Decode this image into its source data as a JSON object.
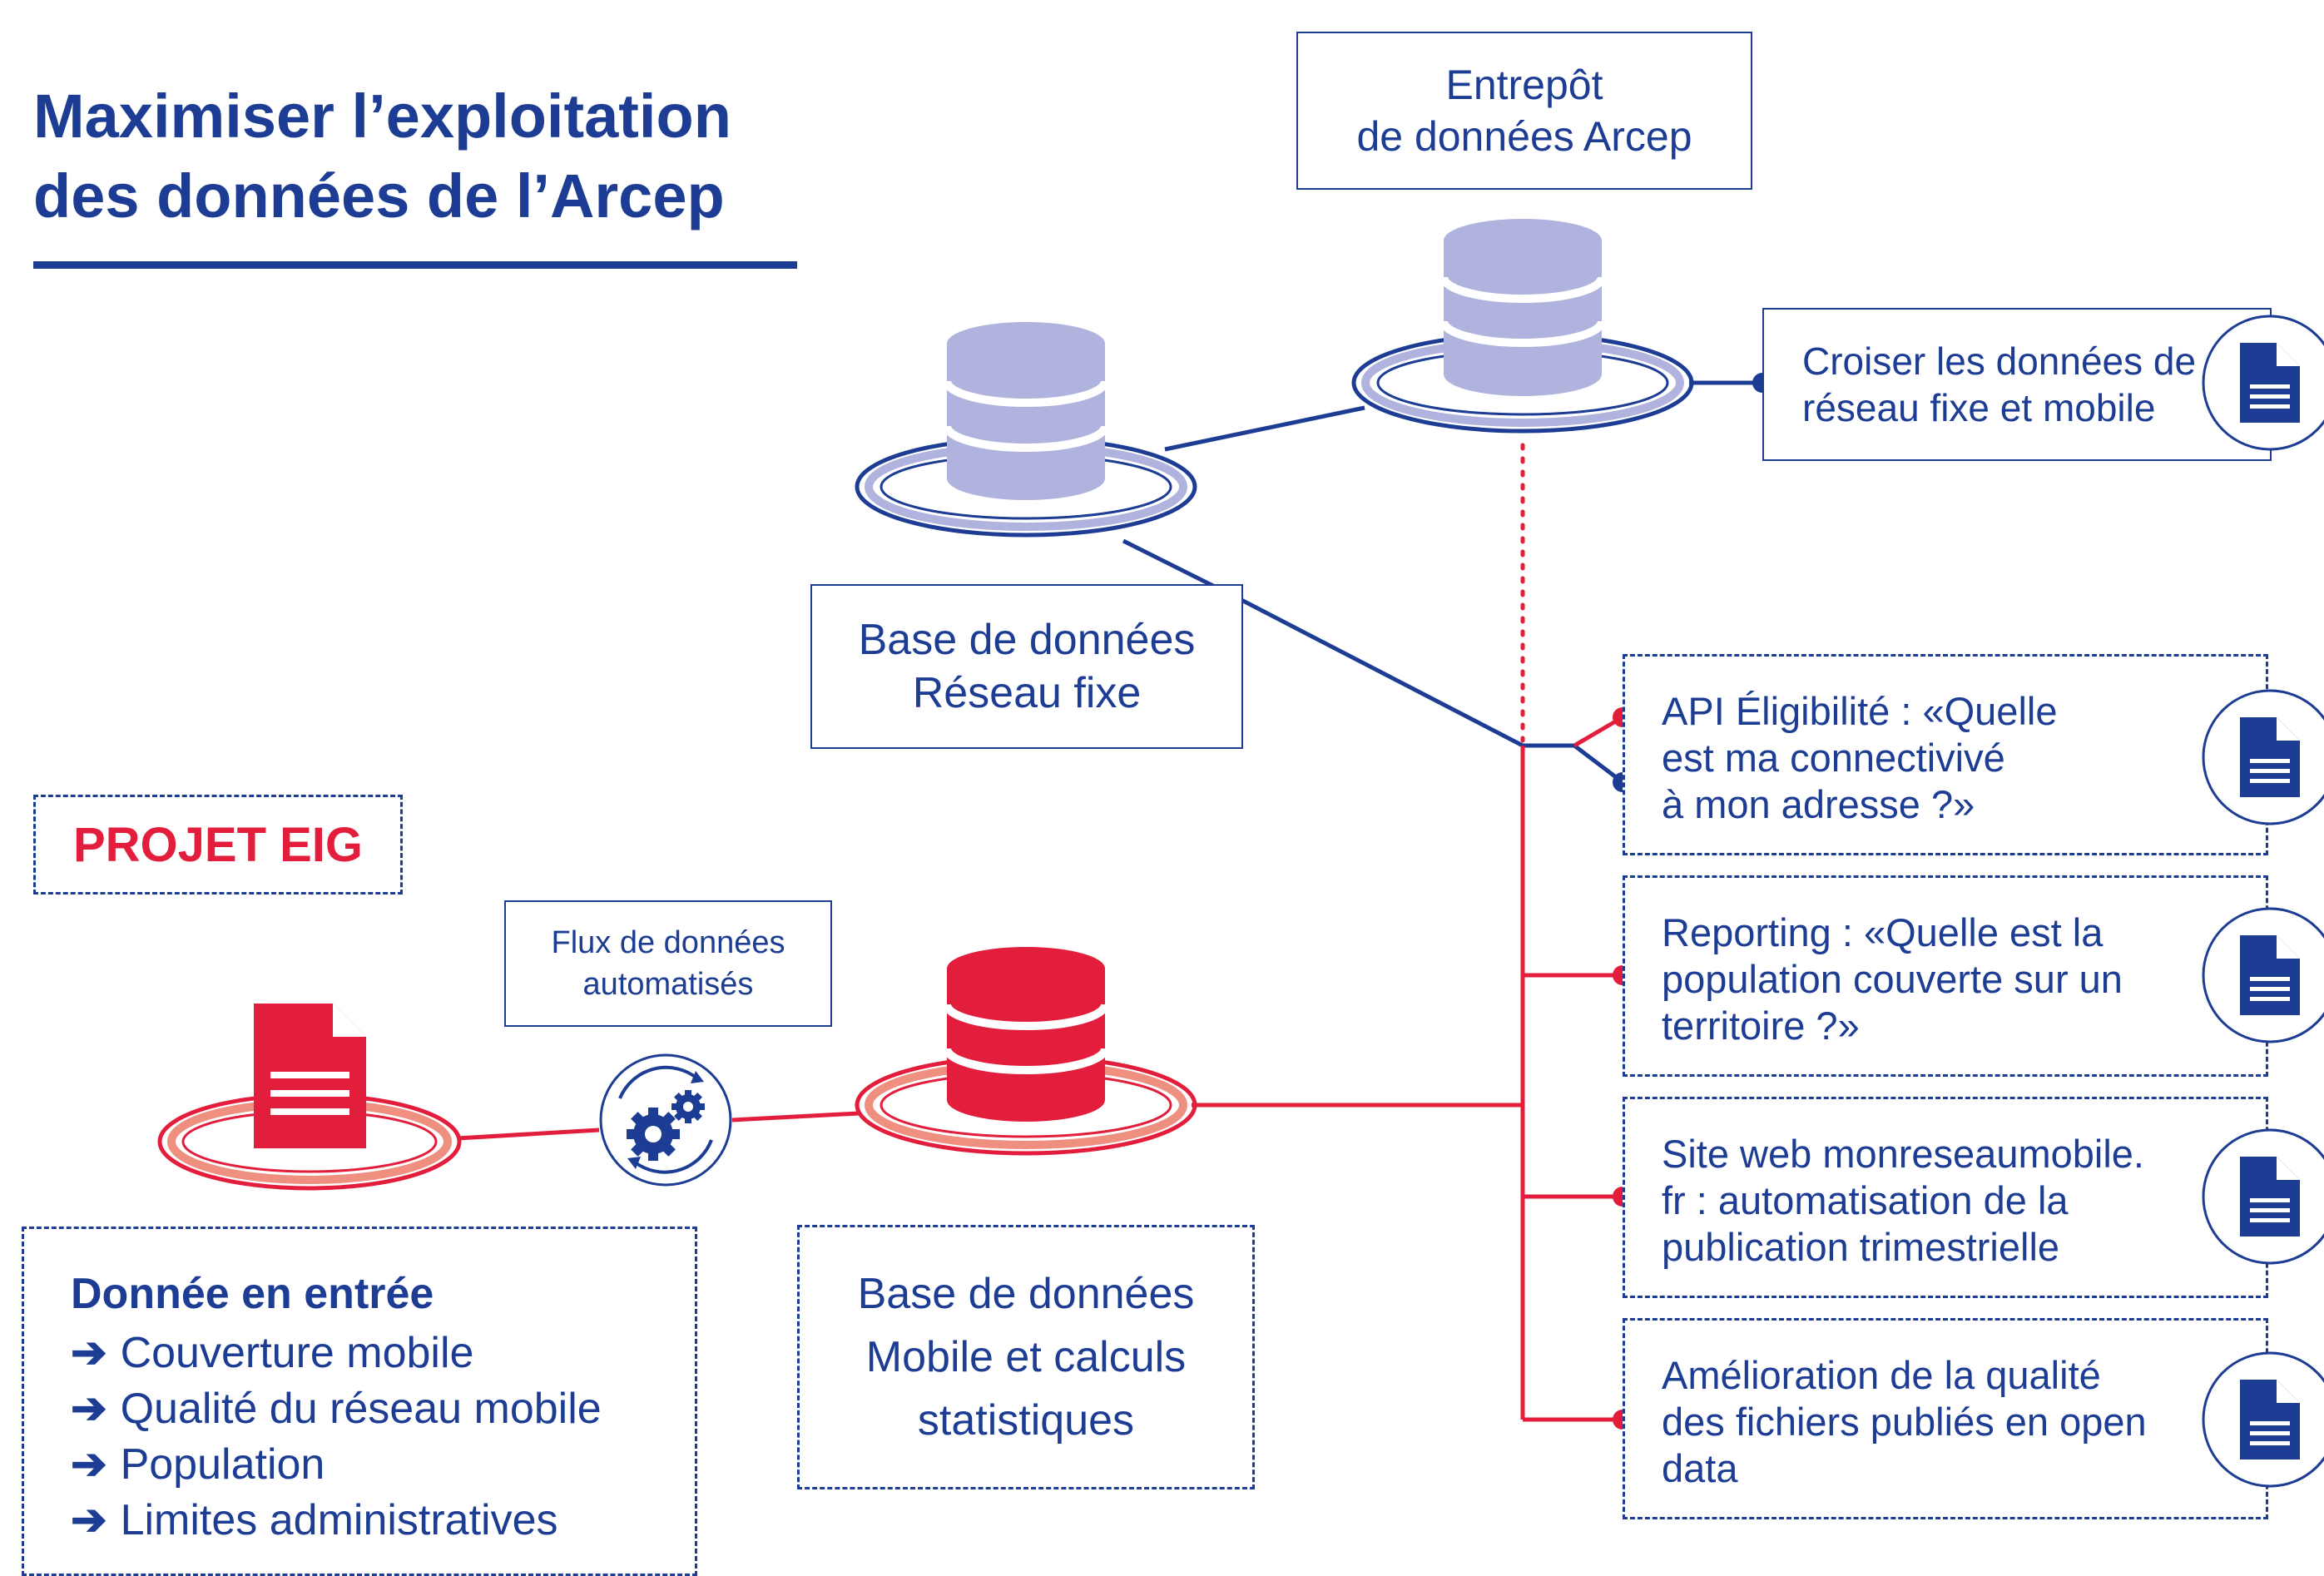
{
  "title": {
    "line1": "Maximiser l’exploitation",
    "line2": "des données de l’Arcep"
  },
  "entrepot": {
    "line1": "Entrepôt",
    "line2": "de données Arcep"
  },
  "croiser": {
    "line1": "Croiser les données de",
    "line2": "réseau fixe et mobile"
  },
  "base_fixe": {
    "line1": "Base de données",
    "line2": "Réseau fixe"
  },
  "projet": {
    "label": "PROJET EIG"
  },
  "flux": {
    "line1": "Flux de données",
    "line2": "automatisés"
  },
  "input": {
    "heading": "Donnée en entrée",
    "arrow": "➔",
    "items": [
      "Couverture mobile",
      "Qualité du réseau mobile",
      "Population",
      "Limites administratives"
    ]
  },
  "base_mobile": {
    "line1": "Base de données",
    "line2": "Mobile et calculs",
    "line3": "statistiques"
  },
  "uses": [
    {
      "lines": [
        "API Éligibilité : «Quelle",
        "est ma connectivivé",
        "à mon adresse ?»"
      ]
    },
    {
      "lines": [
        "Reporting : «Quelle est la",
        "population couverte sur un",
        "territoire ?»"
      ]
    },
    {
      "lines": [
        "Site web monreseaumobile.",
        "fr : automatisation de la",
        "publication trimestrielle"
      ]
    },
    {
      "lines": [
        "Amélioration de la qualité",
        "des fichiers publiés en open",
        "data"
      ]
    }
  ],
  "colors": {
    "navy": "#1d3d94",
    "lavender": "#b0b3dd",
    "red": "#e31e3c",
    "salmon": "#ef8f80"
  }
}
